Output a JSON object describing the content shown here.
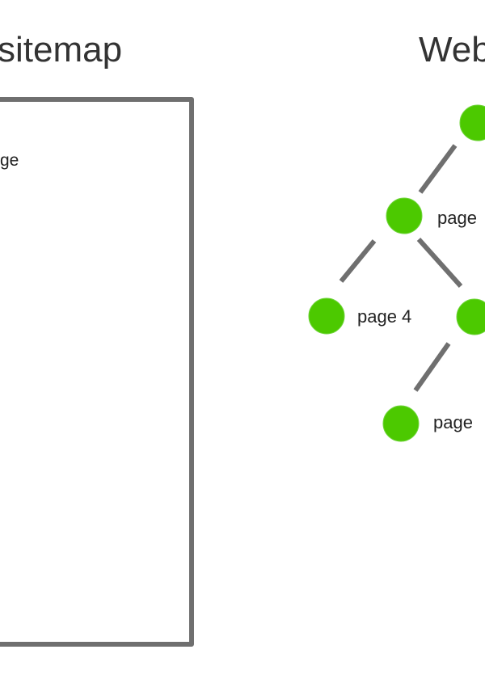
{
  "headings": {
    "left": "sitemap",
    "right": "Web"
  },
  "box": {
    "partial_text": "ge"
  },
  "tree": {
    "labels": {
      "page_a": "page",
      "page_4": "page 4",
      "page_b": "page"
    }
  },
  "colors": {
    "node": "#4cc900",
    "edge": "#6f6f6f",
    "box_border": "#6f6f6f",
    "heading": "#333333"
  }
}
